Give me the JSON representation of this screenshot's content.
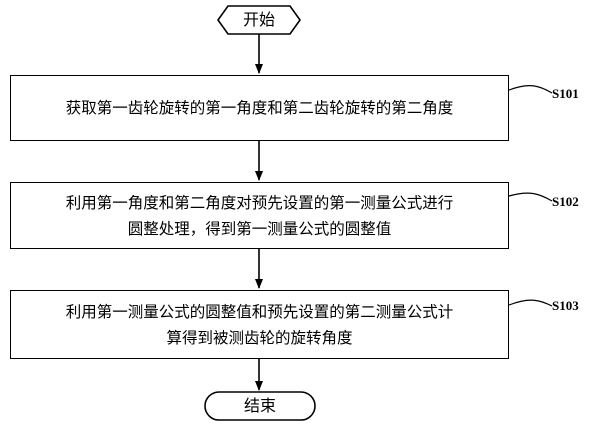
{
  "flowchart": {
    "start_label": "开始",
    "end_label": "结束",
    "steps": [
      {
        "id": "S101",
        "lines": [
          "获取第一齿轮旋转的第一角度和第二齿轮旋转的第二角度"
        ]
      },
      {
        "id": "S102",
        "lines": [
          "利用第一角度和第二角度对预先设置的第一测量公式进行",
          "圆整处理，得到第一测量公式的圆整值"
        ]
      },
      {
        "id": "S103",
        "lines": [
          "利用第一测量公式的圆整值和预先设置的第二测量公式计",
          "算得到被测齿轮的旋转角度"
        ]
      }
    ]
  }
}
